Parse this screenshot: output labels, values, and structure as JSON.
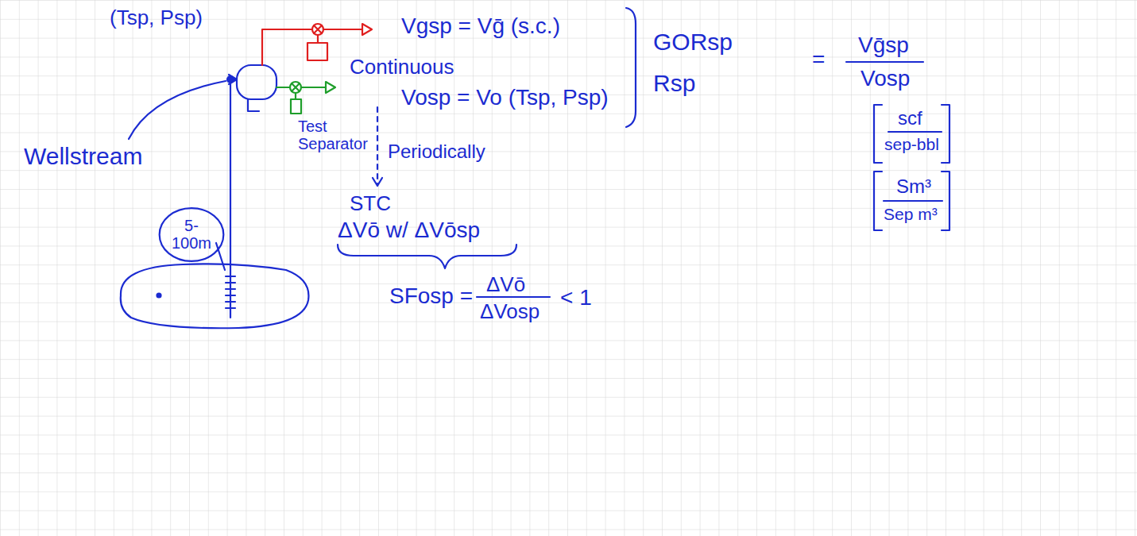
{
  "diagram": {
    "nodes": [
      {
        "text": [
          "5- 100m"
        ]
      }
    ],
    "labels": [
      "(Tsp, Psp)",
      "Vgsp = Vḡ (s.c.)",
      "Continuous",
      "Vosp = Vo (Tsp, Psp)",
      "GORsp",
      "Rsp",
      "=",
      "Vḡsp",
      "Vosp",
      "Wellstream",
      "Test Separator",
      "Periodically",
      "scf",
      "sep-bbl",
      "STC",
      "Sm³",
      "Sep m³",
      "ΔVō w/ ΔVōsp",
      "SFosp =",
      "ΔVō",
      "ΔVosp",
      "< 1"
    ]
  }
}
